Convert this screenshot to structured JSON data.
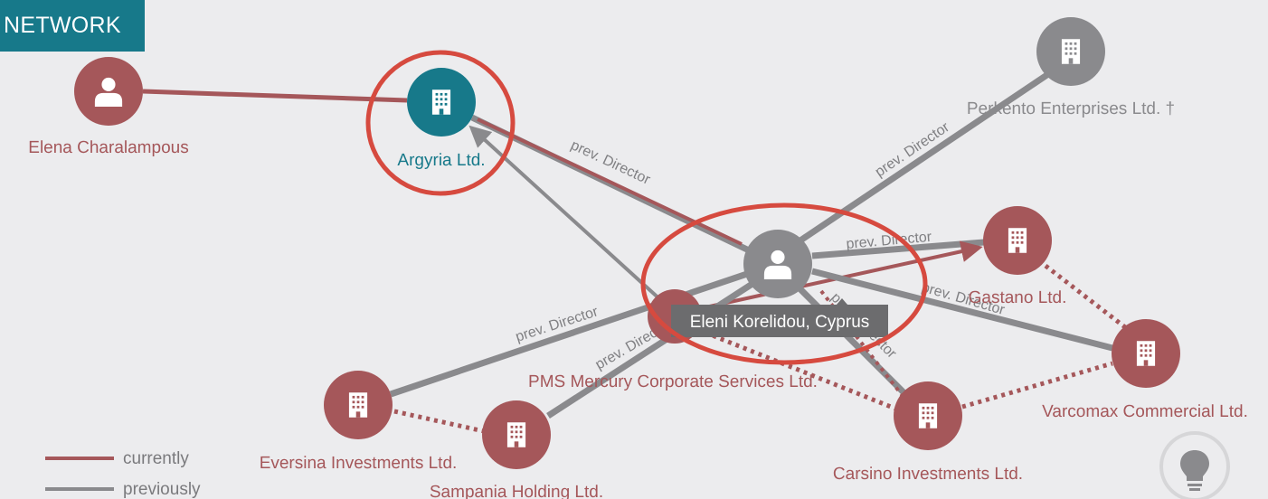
{
  "header": {
    "tab_label": "NETWORK"
  },
  "colors": {
    "background": "#ececee",
    "teal": "#17798a",
    "red": "#a5575a",
    "gray": "#8a8a8d",
    "circle_annotation": "#d64a3f",
    "tooltip_bg": "#6c6c6e"
  },
  "nodes": {
    "elena": {
      "label": "Elena Charalampous",
      "type": "person",
      "icon": "person-icon"
    },
    "argyria": {
      "label": "Argyria Ltd.",
      "type": "company",
      "icon": "building-icon",
      "selected": true
    },
    "perkento": {
      "label": "Perkento Enterprises Ltd. †",
      "type": "company",
      "icon": "building-icon"
    },
    "eleni": {
      "label": "Eleni Korelidou, Cyprus",
      "type": "person",
      "icon": "person-icon",
      "focused": true
    },
    "gastano": {
      "label": "Gastano Ltd.",
      "type": "company",
      "icon": "building-icon"
    },
    "pms": {
      "label": "PMS Mercury Corporate Services Ltd.",
      "type": "company",
      "icon": "building-icon"
    },
    "varcomax": {
      "label": "Varcomax Commercial Ltd.",
      "type": "company",
      "icon": "building-icon"
    },
    "eversina": {
      "label": "Eversina Investments Ltd.",
      "type": "company",
      "icon": "building-icon"
    },
    "sampania": {
      "label": "Sampania Holding Ltd.",
      "type": "company",
      "icon": "building-icon"
    },
    "carsino": {
      "label": "Carsino Investments Ltd.",
      "type": "company",
      "icon": "building-icon"
    }
  },
  "edge_labels": {
    "argyria_director": "prev. Director",
    "perkento_director": "prev. Director",
    "gastano_director": "prev. Director",
    "eversina_director": "prev. Director",
    "sampania_director": "prev. Director",
    "carsino_director": "prev. Director",
    "varcomax_director": "prev. Director"
  },
  "legend": {
    "currently": "currently",
    "previously": "previously"
  },
  "tooltip": {
    "text": "Eleni Korelidou, Cyprus"
  },
  "hint_button": {
    "icon": "lightbulb-icon"
  }
}
